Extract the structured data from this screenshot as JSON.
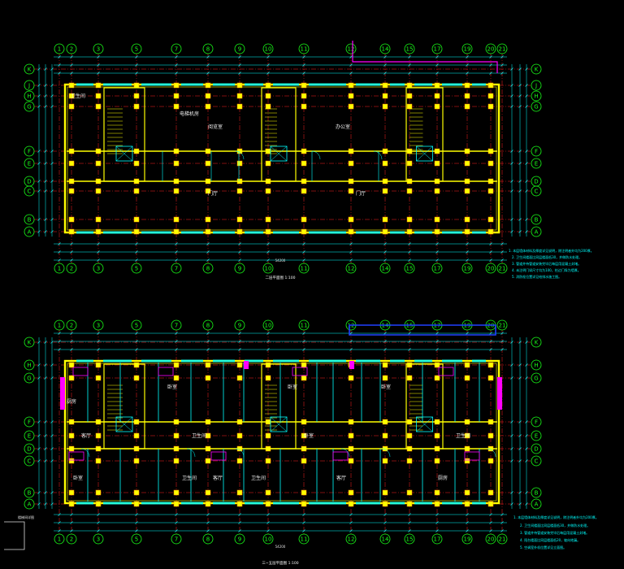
{
  "drawing": {
    "plans": [
      {
        "id": "upper",
        "title": "二层平面图  1:100",
        "total_dimension": "54200",
        "grid_columns": [
          "1",
          "2",
          "3",
          "5",
          "7",
          "8",
          "9",
          "10",
          "11",
          "12",
          "14",
          "15",
          "17",
          "19",
          "20",
          "21"
        ],
        "grid_rows": [
          "K",
          "J",
          "H",
          "G",
          "F",
          "E",
          "D",
          "C",
          "B",
          "A"
        ],
        "rooms": [
          "阅览室",
          "办公室",
          "门厅",
          "门厅",
          "电梯机房",
          "卫生间"
        ],
        "notes": [
          "1. 本层墙体材料及厚度详见说明，除注明者外均为200厚。",
          "2. 卫生间楼面比同层楼面低30，并做防水处理。",
          "3. 管道井待管道安装完毕后每层用混凝土封堵。",
          "4. 未注明门垛尺寸均为100，柱边门垛为墙厚。",
          "5. 消防栓位置详见给排水施工图。"
        ]
      },
      {
        "id": "lower",
        "title": "三~五层平面图  1:100",
        "total_dimension": "54200",
        "grid_columns": [
          "1",
          "2",
          "3",
          "5",
          "7",
          "8",
          "9",
          "10",
          "11",
          "12",
          "14",
          "15",
          "17",
          "19",
          "20",
          "21"
        ],
        "grid_rows": [
          "K",
          "H",
          "G",
          "F",
          "E",
          "D",
          "C",
          "B",
          "A"
        ],
        "rooms": [
          "厨房",
          "客厅",
          "卧室",
          "卧室",
          "卫生间",
          "卫生间",
          "客厅",
          "卧室",
          "卧室",
          "卫生间",
          "客厅",
          "卧室",
          "厨房",
          "卫生间"
        ],
        "notes": [
          "1. 本层墙体材料及厚度详见说明，除注明者外均为200厚。",
          "2. 卫生间楼面比同层楼面低30，并做防水处理。",
          "3. 管道井待管道安装完毕后每层用混凝土封堵。",
          "4. 阳台楼面比同层楼面低20，坡向地漏。",
          "5. 空调室外机位置详见立面图。"
        ]
      }
    ],
    "legend_label": "楼梯间详图",
    "colors": {
      "background": "#000000",
      "grid_axis": "#ff2020",
      "wall": "#ffff00",
      "column": "#ffff00",
      "dimension": "#00ffff",
      "bubble": "#19ff19",
      "furniture": "#ff00ff",
      "window": "#00ffff",
      "stair": "#ffff00",
      "pipe": "#2040ff"
    }
  }
}
